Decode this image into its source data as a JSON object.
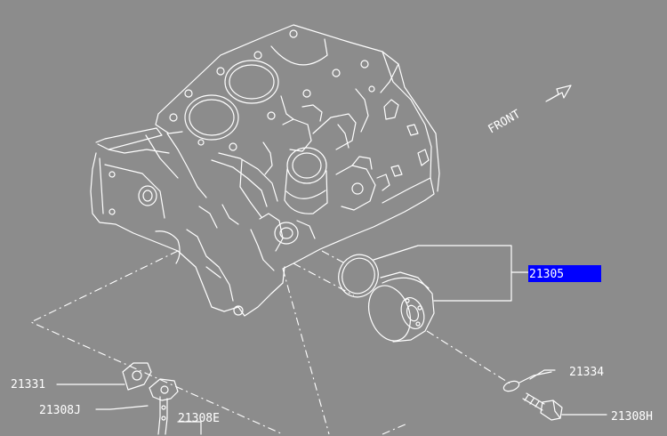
{
  "direction_label": "FRONT",
  "callouts": [
    {
      "id": "21305",
      "text": "21305",
      "highlighted": true
    },
    {
      "id": "21334",
      "text": "21334",
      "highlighted": false
    },
    {
      "id": "21331",
      "text": "21331",
      "highlighted": false
    },
    {
      "id": "21308J",
      "text": "21308J",
      "highlighted": false
    },
    {
      "id": "21308E",
      "text": "21308E",
      "highlighted": false
    },
    {
      "id": "21308H",
      "text": "21308H",
      "highlighted": false
    }
  ],
  "colors": {
    "background": "#8c8c8c",
    "linework": "#ffffff",
    "highlight": "#0000ff"
  },
  "icons": [
    "front-arrow-icon"
  ]
}
